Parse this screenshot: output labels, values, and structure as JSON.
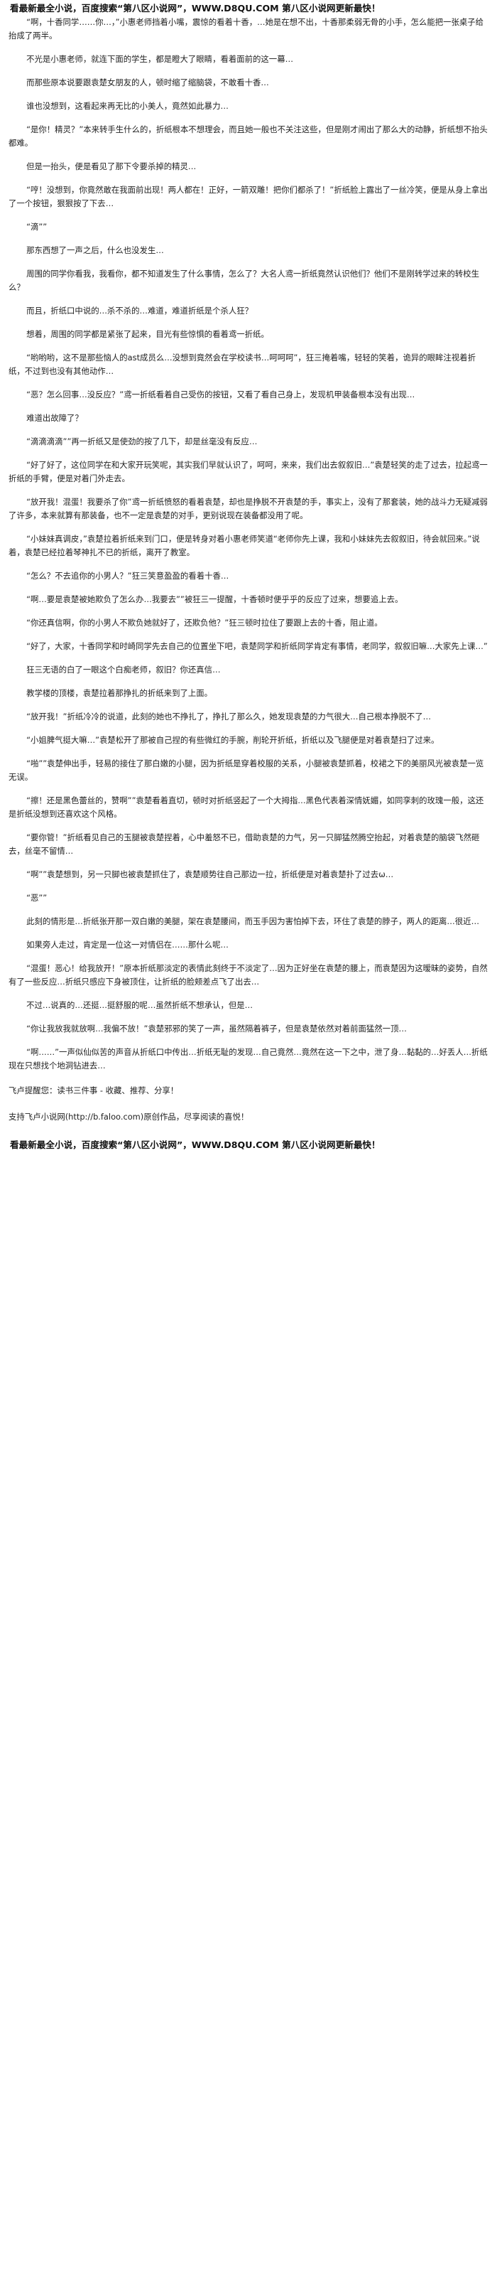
{
  "banner_top": "看最新最全小说，百度搜索“第八区小说网”，WWW.D8QU.COM 第八区小说网更新最快！",
  "banner_bottom": "看最新最全小说，百度搜索“第八区小说网”，WWW.D8QU.COM 第八区小说网更新最快！",
  "paragraphs": [
    "“啊，十香同学……你…，”小惠老师挡着小嘴，震惊的看着十香，…她是在想不出，十香那柔弱无骨的小手，怎么能把一张桌子给抬成了两半。",
    "不光是小惠老师，就连下面的学生，都是瞪大了眼睛，看着面前的这一幕…",
    "而那些原本说要跟袁楚女朋友的人，顿时缩了缩脑袋，不敢看十香…",
    "谁也没想到，这看起来再无比的小美人，竟然如此暴力…",
    "“是你！精灵？”本来转手生什么的，折纸根本不想理会，而且她一般也不关注这些，但是刚才闹出了那么大的动静，折纸想不抬头都难。",
    "但是一抬头，便是看见了那下令要杀掉的精灵…",
    "“哼！没想到，你竟然敢在我面前出现！两人都在！正好，一箭双雕！把你们都杀了！”折纸脸上露出了一丝冷笑，便是从身上拿出了一个按钮，狠狠按了下去…",
    "“滴””",
    "那东西想了一声之后，什么也没发生…",
    "周围的同学你看我，我看你，都不知道发生了什么事情，怎么了？大名人鸢一折纸竟然认识他们？他们不是刚转学过来的转校生么？",
    "而且，折纸口中说的…杀不杀的…难道，难道折纸是个杀人狂？",
    "想着，周围的同学都是紧张了起来，目光有些惊惧的看着鸢一折纸。",
    "“哟哟哟，这不是那些恼人的ast成员么…没想到竟然会在学校读书…呵呵呵”，狂三掩着嘴，轻轻的笑着，诡异的眼眸注视着折纸，不过到也没有其他动作…",
    "“恶？怎么回事…没反应？”鸢一折纸看着自己受伤的按钮，又看了看自己身上，发现机甲装备根本没有出现…",
    "难道出故障了？",
    "“滴滴滴滴””再一折纸又是使劲的按了几下，却是丝毫没有反应…",
    "“好了好了，这位同学在和大家开玩笑呢，其实我们早就认识了，呵呵，来来，我们出去叙叙旧…”袁楚轻笑的走了过去，拉起鸢一折纸的手臂，便是对着门外走去。",
    "“放开我！混蛋！我要杀了你”鸢一折纸愤怒的看着袁楚，却也是挣脱不开袁楚的手，事实上，没有了那套装，她的战斗力无疑减弱了许多，本来就算有那装备，也不一定是袁楚的对手，更别说现在装备都没用了呢。",
    "“小妹妹真调皮，”袁楚拉着折纸来到门口，便是转身对着小惠老师笑道“老师你先上课，我和小妹妹先去叙叙旧，待会就回来。”说着，袁楚已经拉着琴神扎不已的折纸，离开了教室。",
    "“怎么？不去追你的小男人？”狂三笑意盈盈的看着十香…",
    "“啊…要是袁楚被她欺负了怎么办…我要去””被狂三一提醒，十香顿时便乎乎的反应了过来，想要追上去。",
    "“你还真信啊，你的小男人不欺负她就好了，还欺负他？”狂三顿时拉住了要跟上去的十香，阻止道。",
    "“好了，大家，十香同学和时崎同学先去自己的位置坐下吧，袁楚同学和折纸同学肯定有事情，老同学，叙叙旧嘛…大家先上课…”",
    "狂三无语的白了一眼这个白痴老师，叙旧？你还真信…",
    "教学楼的顶楼，袁楚拉着那挣扎的折纸来到了上面。",
    "“放开我！”折纸冷冷的说道，此刻的她也不挣扎了，挣扎了那么久，她发现袁楚的力气很大…自己根本挣脱不了…",
    "“小姐脾气挺大嘛…”袁楚松开了那被自己捏的有些微红的手腕，削轮开折纸，折纸以及飞腿便是对着袁楚扫了过来。",
    "“啪””袁楚伸出手，轻易的接住了那白嫩的小腿，因为折纸是穿着校服的关系，小腿被袁楚抓着，校裙之下的美丽风光被袁楚一览无误。",
    "“擦！还是黑色蕾丝的，赞啊””袁楚看着直切，顿时对折纸竖起了一个大拇指…黑色代表着深情妩媚，如同孪刺的玫瑰一般，这还是折纸没想到还喜欢这个风格。",
    "“要你管！”折纸看见自己的玉腿被袁楚捏着，心中羞怒不已，借助袁楚的力气，另一只脚猛然腾空抬起，对着袁楚的脑袋飞然砸去，丝毫不留情…",
    "“啊””袁楚想到，另一只脚也被袁楚抓住了，袁楚顺势往自己那边一拉，折纸便是对着袁楚扑了过去ω…",
    "“恶””",
    "此刻的情形是…折纸张开那一双白嫩的美腿，架在袁楚腰间，而玉手因为害怕掉下去，环住了袁楚的脖子，两人的距离…很近…",
    "如果旁人走过，肯定是一位这一对情侣在……那什么呢…",
    "“混蛋！恶心！给我放开！”原本折纸那淡定的表情此刻终于不淡定了…因为正好坐在袁楚的腰上，而袁楚因为这暧昧的姿势，自然有了一些反应…折纸只感应下身被顶住，让折纸的脸颊差点飞了出去…",
    "不过…说真的…还挺…挺舒服的呢…虽然折纸不想承认，但是…",
    "“你让我放我就放啊…我偏不放！”袁楚邪邪的笑了一声，虽然隔着裤子，但是袁楚依然对着前面猛然一顶…",
    "“啊……”一声似仙似苦的声音从折纸口中传出…折纸无耻的发现…自己竟然…竟然在这一下之中，泄了身…黏黏的…好丢人…折纸现在只想找个地洞钻进去…"
  ],
  "footer_share": "飞卢提醒您：读书三件事 - 收藏、推荐、分享！",
  "footer_support": "支持飞卢小说网(http://b.faloo.com)原创作品，尽享阅读的喜悦！"
}
